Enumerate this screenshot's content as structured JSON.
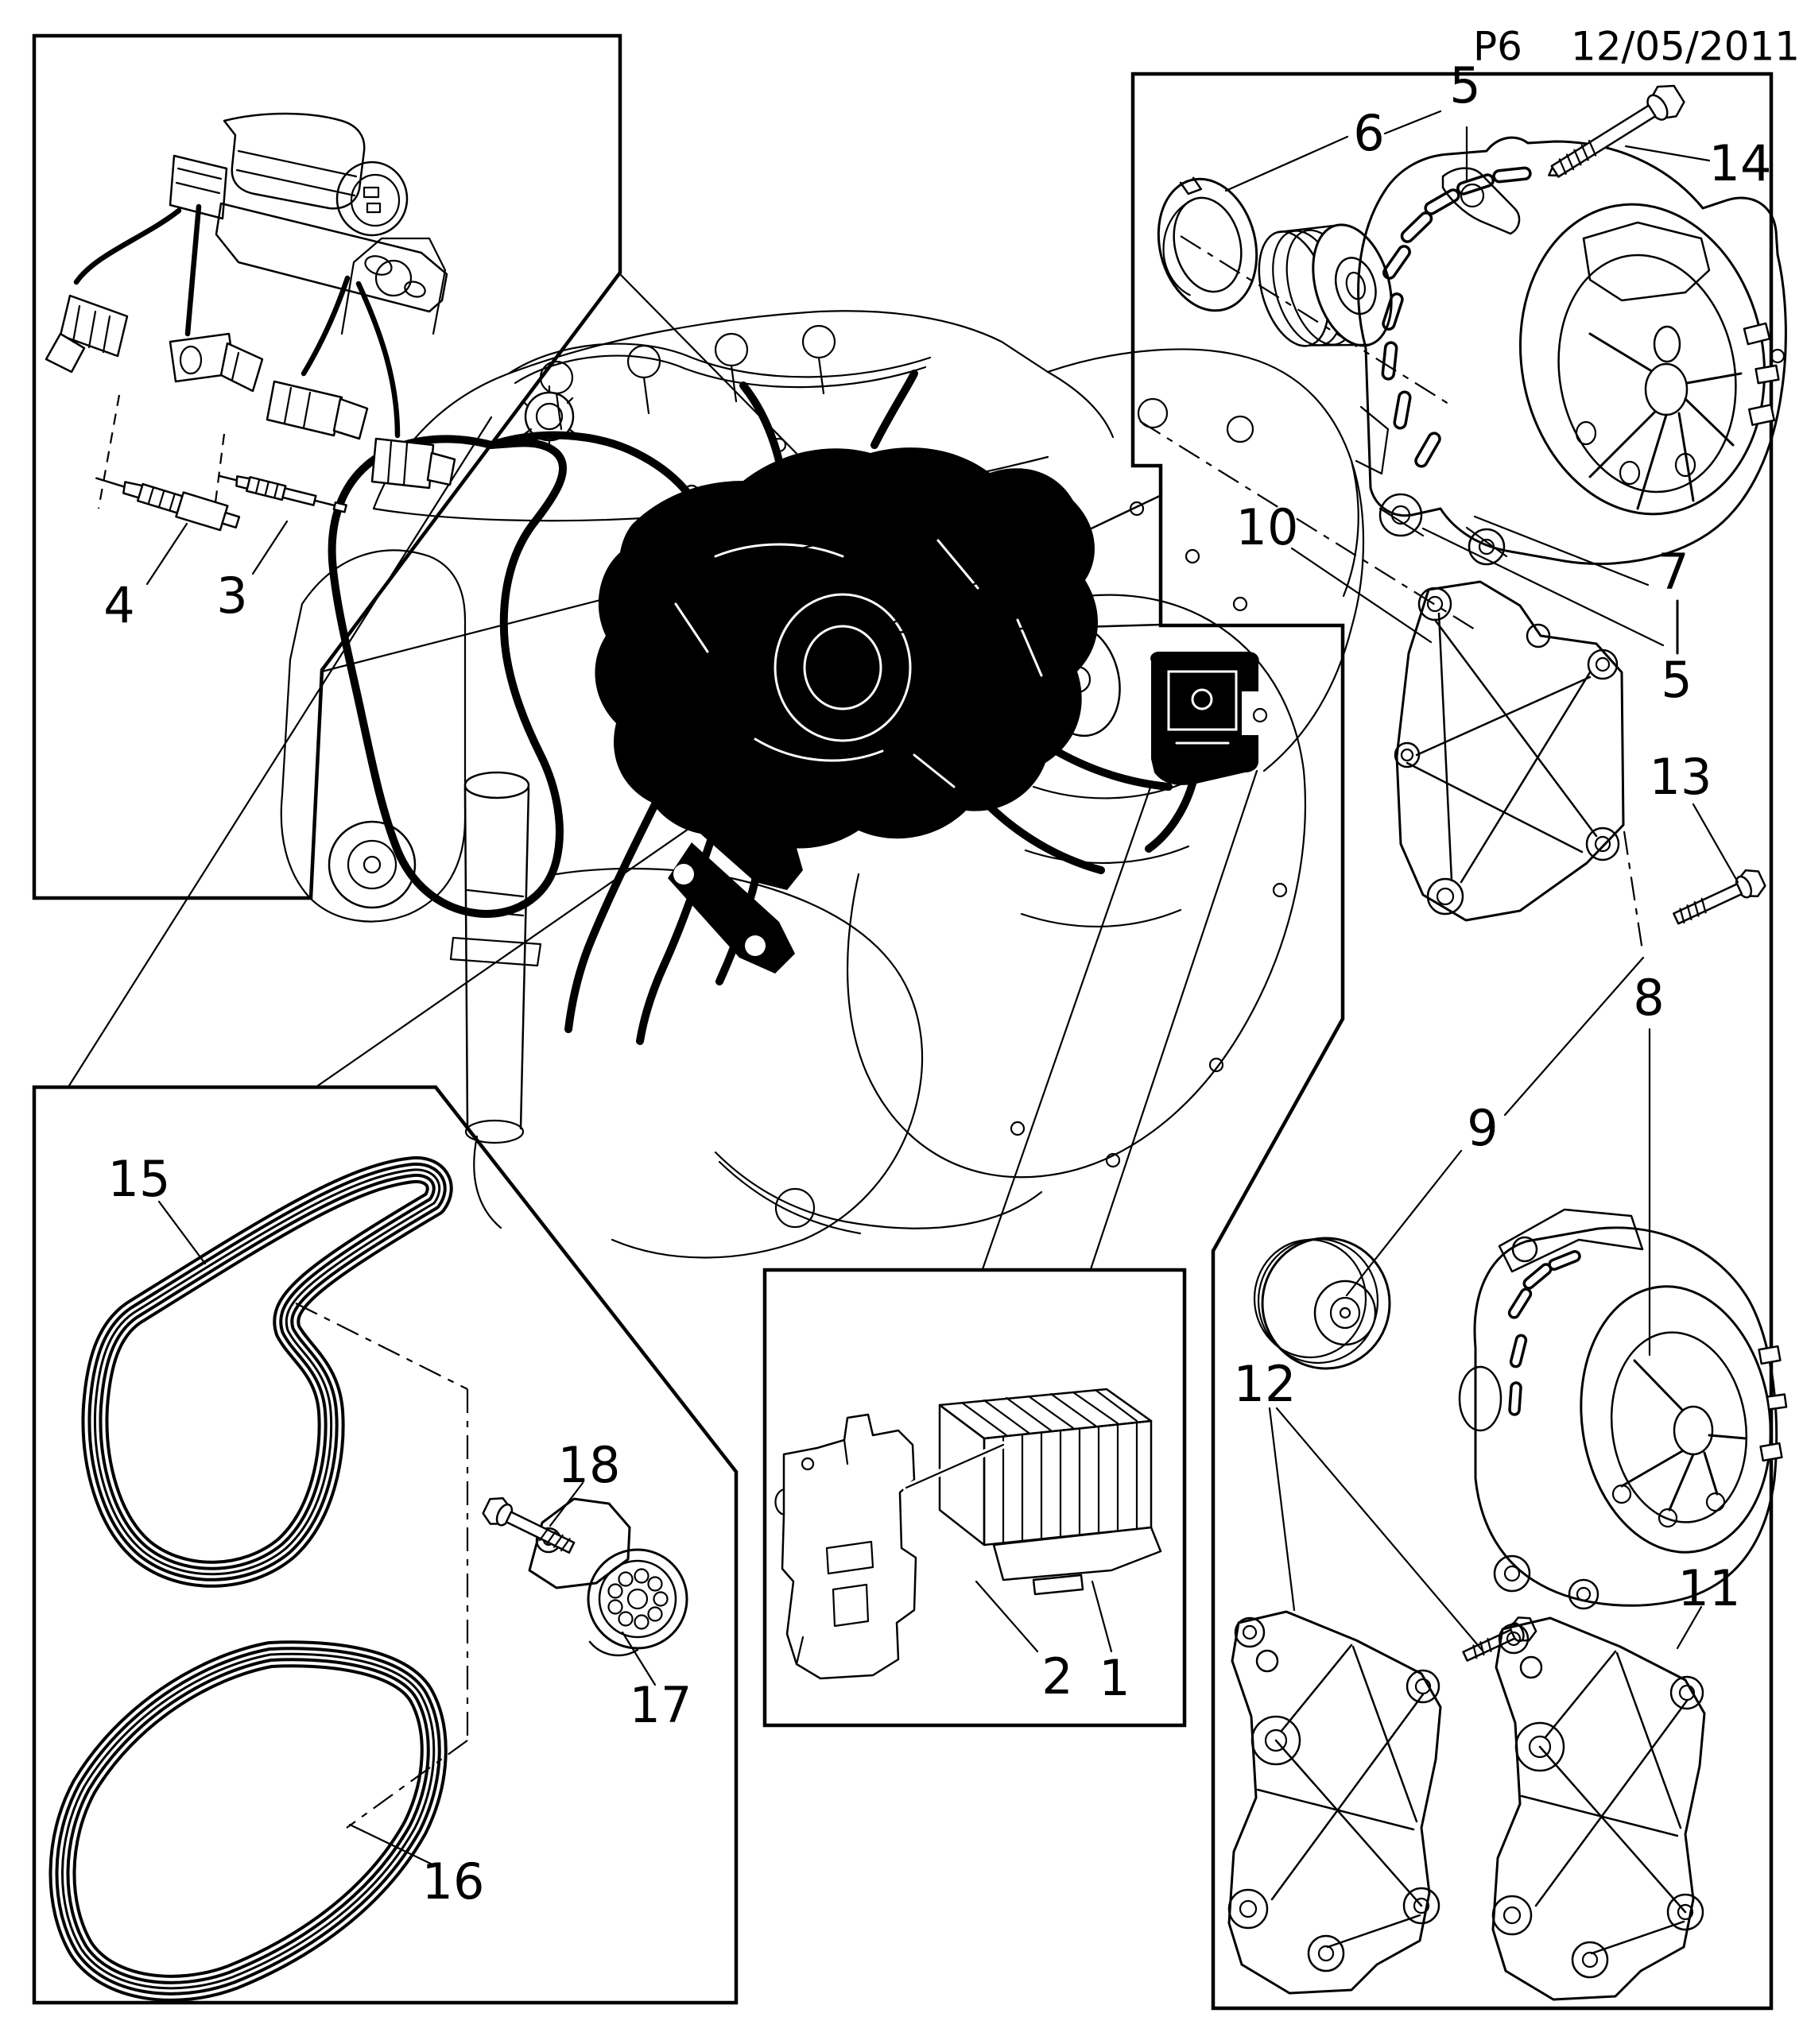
{
  "figure": {
    "code": "P6",
    "date": "12/05/2011",
    "callouts": {
      "c1": "1",
      "c2": "2",
      "c3": "3",
      "c4": "4",
      "c5_top": "5",
      "c5_mid": "5",
      "c6": "6",
      "c7": "7",
      "c8": "8",
      "c9": "9",
      "c10": "10",
      "c11": "11",
      "c12": "12",
      "c13": "13",
      "c14": "14",
      "c15": "15",
      "c16": "16",
      "c17": "17",
      "c18": "18"
    },
    "colors": {
      "ink": "#000000",
      "paper": "#ffffff"
    }
  }
}
